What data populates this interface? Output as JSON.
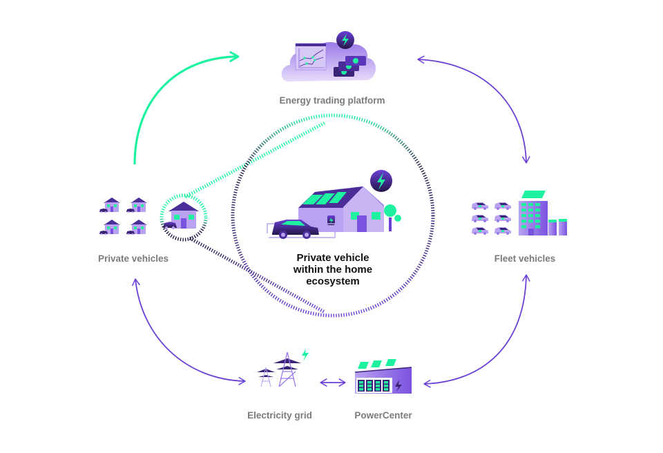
{
  "diagram": {
    "title": "Private vehicle within the home ecosystem",
    "colors": {
      "green": "#1ef2a0",
      "purple": "#6a3fd6",
      "purple_light": "#b9a3f0",
      "purple_mid": "#9a7ae6",
      "navy": "#241748",
      "label_gray": "#7b7b7b",
      "text_dark": "#111111"
    },
    "nodes": {
      "energy_trading": {
        "label": "Energy trading platform",
        "icon": "cloud-trading-icon"
      },
      "private_vehicles": {
        "label": "Private vehicles",
        "icon": "houses-with-cars-icon"
      },
      "center": {
        "label_lines": [
          "Private vehicle",
          "within the home",
          "ecosystem"
        ],
        "icon": "home-with-ev-solar-icon"
      },
      "fleet_vehicles": {
        "label": "Fleet vehicles",
        "icon": "fleet-building-icon"
      },
      "electricity_grid": {
        "label": "Electricity grid",
        "icon": "power-tower-icon"
      },
      "powercenter": {
        "label": "PowerCenter",
        "icon": "battery-storage-icon"
      }
    },
    "connections": [
      {
        "from": "Private vehicles",
        "to": "Energy trading platform",
        "direction": "one-way",
        "color": "green"
      },
      {
        "from": "Energy trading platform",
        "to": "Fleet vehicles",
        "direction": "two-way",
        "color": "purple"
      },
      {
        "from": "Private vehicles",
        "to": "Electricity grid",
        "direction": "two-way",
        "color": "purple"
      },
      {
        "from": "Electricity grid",
        "to": "PowerCenter",
        "direction": "two-way",
        "color": "purple"
      },
      {
        "from": "PowerCenter",
        "to": "Fleet vehicles",
        "direction": "two-way",
        "color": "purple"
      }
    ]
  }
}
